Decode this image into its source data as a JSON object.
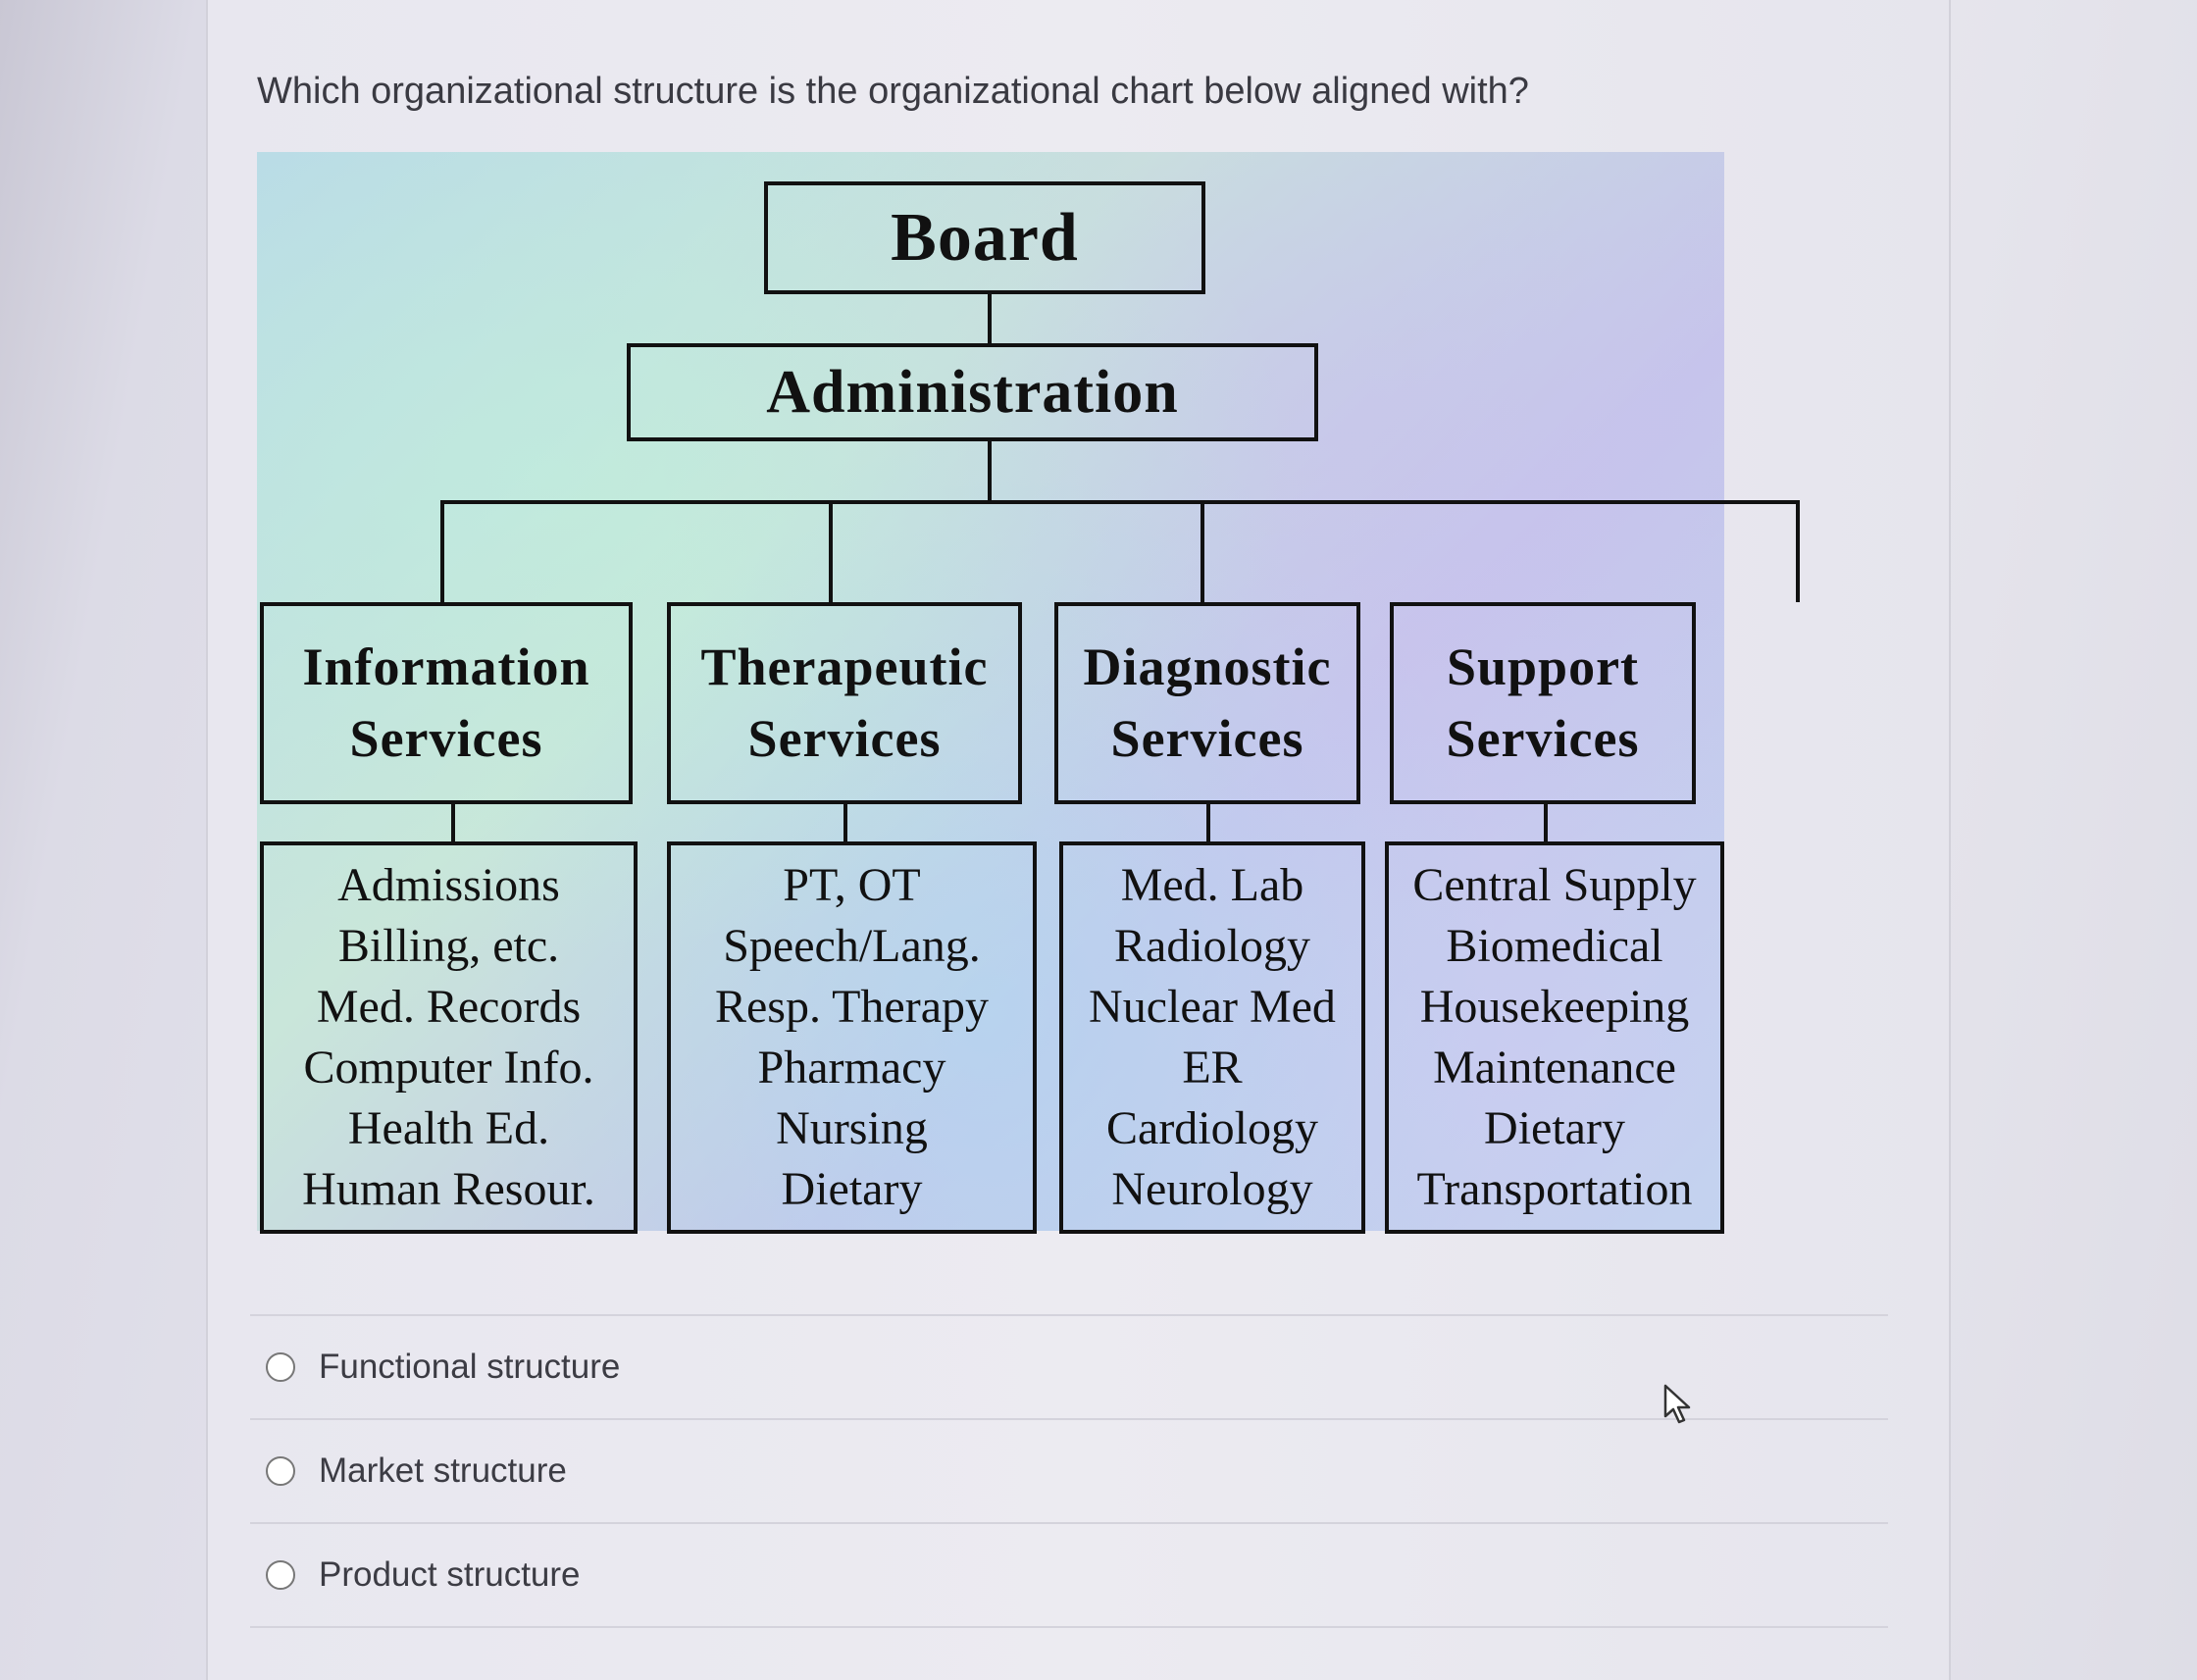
{
  "question": "Which organizational structure is the organizational chart below aligned with?",
  "chart": {
    "board": "Board",
    "administration": "Administration",
    "departments": [
      {
        "title_line1": "Information",
        "title_line2": "Services",
        "items": [
          "Admissions",
          "Billing, etc.",
          "Med. Records",
          "Computer Info.",
          "Health Ed.",
          "Human Resour."
        ]
      },
      {
        "title_line1": "Therapeutic",
        "title_line2": "Services",
        "items": [
          "PT, OT",
          "Speech/Lang.",
          "Resp. Therapy",
          "Pharmacy",
          "Nursing",
          "Dietary"
        ]
      },
      {
        "title_line1": "Diagnostic",
        "title_line2": "Services",
        "items": [
          "Med. Lab",
          "Radiology",
          "Nuclear Med",
          "ER",
          "Cardiology",
          "Neurology"
        ]
      },
      {
        "title_line1": "Support",
        "title_line2": "Services",
        "items": [
          "Central Supply",
          "Biomedical",
          "Housekeeping",
          "Maintenance",
          "Dietary",
          "Transportation"
        ]
      }
    ]
  },
  "options": [
    {
      "label": "Functional structure",
      "selected": false
    },
    {
      "label": "Market structure",
      "selected": false
    },
    {
      "label": "Product structure",
      "selected": false
    }
  ]
}
